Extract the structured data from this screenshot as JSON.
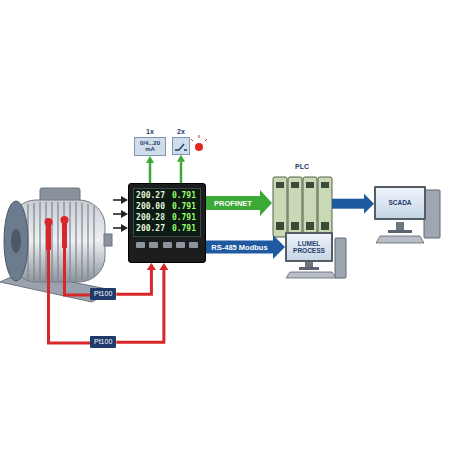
{
  "diagram": {
    "nodes": [
      {
        "text": [
          "1x",
          "0/4...20 mA"
        ]
      },
      {
        "text": [
          "2x"
        ]
      },
      {
        "text": [
          "200.27",
          "0.791",
          "200.00",
          "0.791",
          "200.28",
          "0.791",
          "200.27",
          "0.791"
        ]
      },
      {
        "text": [
          "Pt100"
        ]
      },
      {
        "text": [
          "Pt100"
        ]
      },
      {
        "text": [
          "PLC"
        ]
      },
      {
        "text": [
          "LUMEL PROCESS"
        ]
      },
      {
        "text": [
          "SCADA"
        ]
      }
    ],
    "edges": [
      {
        "from": 2,
        "to": 0,
        "arrow": "to"
      },
      {
        "from": 2,
        "to": 1,
        "arrow": "to"
      },
      {
        "from": 3,
        "to": 2,
        "arrow": "to"
      },
      {
        "from": 4,
        "to": 2,
        "arrow": "to"
      },
      {
        "from": 2,
        "to": 5,
        "label": "PROFINET",
        "arrow": "to"
      },
      {
        "from": 2,
        "to": 6,
        "label": "RS-485 Modbus",
        "arrow": "to"
      },
      {
        "from": 5,
        "to": 7,
        "arrow": "to"
      }
    ]
  }
}
